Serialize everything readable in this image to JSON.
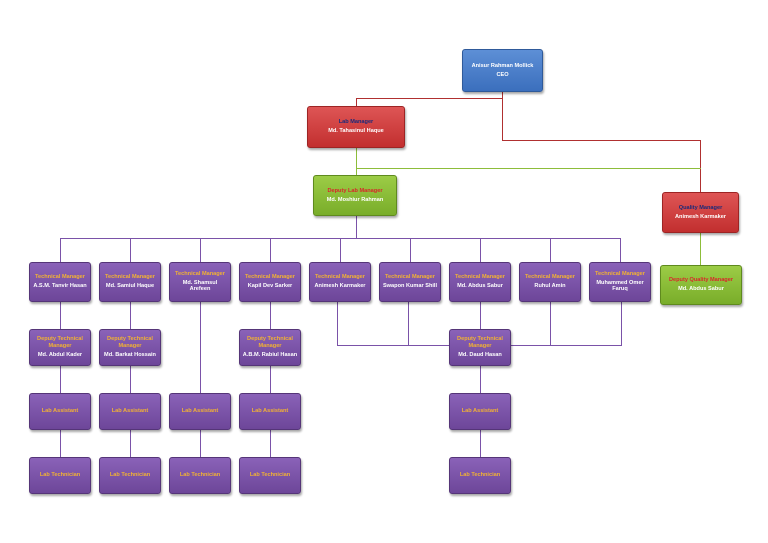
{
  "colors": {
    "ceo_box": "#4a7fcb",
    "manager_box": "#cf3f3f",
    "deputy_box": "#8dbd3a",
    "staff_box": "#7a52a8",
    "connector_ceo": "#b03030",
    "connector_deputy": "#8dbd3a",
    "connector_staff": "#7a52a8"
  },
  "nodes": {
    "ceo": {
      "role": "Anisur Rahman Mollick",
      "person": "CEO"
    },
    "lm": {
      "role": "Lab Manager",
      "person": "Md. Tahasinul Haque"
    },
    "dlm": {
      "role": "Deputy Lab Manager",
      "person": "Md. Moshiur Rahman"
    },
    "qm": {
      "role": "Quality Manager",
      "person": "Animesh Karmaker"
    },
    "dqm": {
      "role": "Deputy Quality Manager",
      "person": "Md. Abdus Sabur"
    },
    "tm1": {
      "role": "Technical Manager",
      "person": "A.S.M. Tanvir Hasan"
    },
    "tm2": {
      "role": "Technical Manager",
      "person": "Md. Samiul Haque"
    },
    "tm3": {
      "role": "Technical Manager",
      "person": "Md. Shamsul Arefeen"
    },
    "tm4": {
      "role": "Technical Manager",
      "person": "Kapil Dev Sarker"
    },
    "tm5": {
      "role": "Technical Manager",
      "person": "Animesh Karmaker"
    },
    "tm6": {
      "role": "Technical Manager",
      "person": "Swapon Kumar Shill"
    },
    "tm7": {
      "role": "Technical Manager",
      "person": "Md. Abdus Sabur"
    },
    "tm8": {
      "role": "Technical Manager",
      "person": "Ruhul Amin"
    },
    "tm9": {
      "role": "Technical Manager",
      "person": "Muhammed Omer Faruq"
    },
    "dtm1": {
      "role": "Deputy Technical Manager",
      "person": "Md. Abdul Kader"
    },
    "dtm2": {
      "role": "Deputy Technical Manager",
      "person": "Md. Barkat Hossain"
    },
    "dtm4": {
      "role": "Deputy Technical Manager",
      "person": "A.B.M. Rabiul Hasan"
    },
    "dtm7": {
      "role": "Deputy Technical Manager",
      "person": "Md. Daud Hasan"
    },
    "la1": {
      "role": "Lab Assistant",
      "person": ""
    },
    "la2": {
      "role": "Lab Assistant",
      "person": ""
    },
    "la3": {
      "role": "Lab Assistant",
      "person": ""
    },
    "la4": {
      "role": "Lab Assistant",
      "person": ""
    },
    "la7": {
      "role": "Lab Assistant",
      "person": ""
    },
    "lt1": {
      "role": "Lab Technician",
      "person": ""
    },
    "lt2": {
      "role": "Lab Technician",
      "person": ""
    },
    "lt3": {
      "role": "Lab Technician",
      "person": ""
    },
    "lt4": {
      "role": "Lab Technician",
      "person": ""
    },
    "lt7": {
      "role": "Lab Technician",
      "person": ""
    }
  }
}
